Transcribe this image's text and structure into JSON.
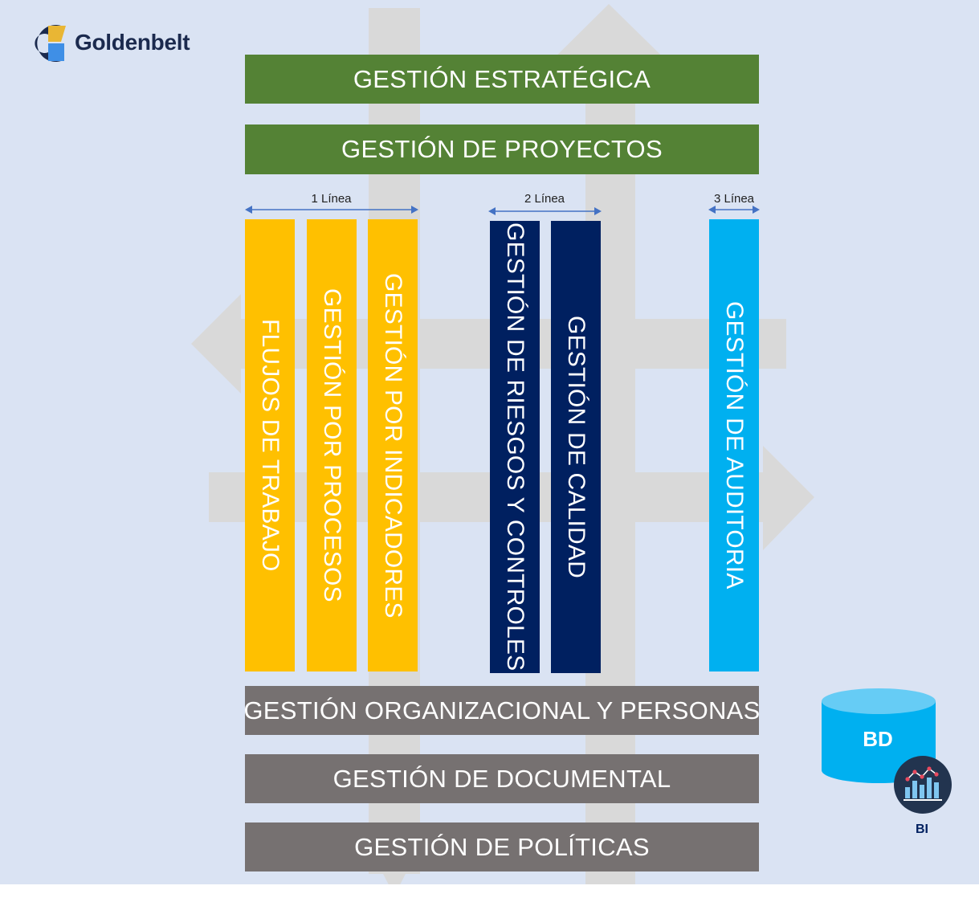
{
  "brand": {
    "name": "Goldenbelt"
  },
  "top_bars": [
    {
      "label": "GESTIÓN ESTRATÉGICA"
    },
    {
      "label": "GESTIÓN DE PROYECTOS"
    }
  ],
  "lines": [
    {
      "label": "1 Línea"
    },
    {
      "label": "2 Línea"
    },
    {
      "label": "3 Línea"
    }
  ],
  "columns": [
    {
      "label": "FLUJOS DE TRABAJO",
      "line": "1 Línea"
    },
    {
      "label": "GESTIÓN POR PROCESOS",
      "line": "1 Línea"
    },
    {
      "label": "GESTIÓN POR INDICADORES",
      "line": "1 Línea"
    },
    {
      "label": "GESTIÓN DE RIESGOS Y CONTROLES",
      "line": "2 Línea"
    },
    {
      "label": "GESTIÓN DE CALIDAD",
      "line": "2 Línea"
    },
    {
      "label": "GESTIÓN DE AUDITORIA",
      "line": "3 Línea"
    }
  ],
  "bottom_bars": [
    {
      "label": "GESTIÓN ORGANIZACIONAL Y PERSONAS"
    },
    {
      "label": "GESTIÓN DE DOCUMENTAL"
    },
    {
      "label": "GESTIÓN DE POLÍTICAS"
    }
  ],
  "database": {
    "label": "BD"
  },
  "bi": {
    "label": "BI"
  },
  "colors": {
    "background": "#dae3f3",
    "green": "#548235",
    "gray": "#767171",
    "yellow": "#ffc000",
    "navy": "#002060",
    "cyan": "#00b0f0",
    "arrow": "#d9d9d9",
    "connector": "#4472c4"
  }
}
